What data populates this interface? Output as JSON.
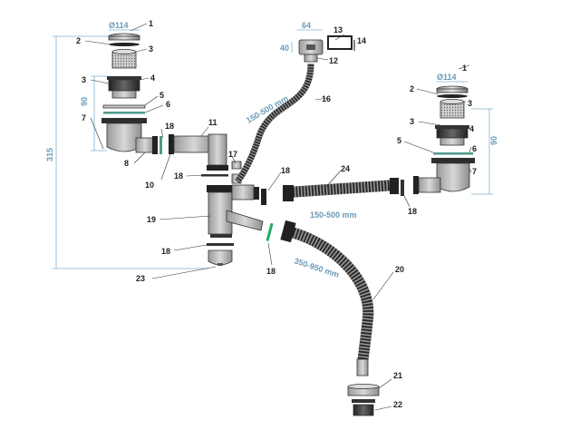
{
  "colors": {
    "dimension": "#6a9ab8",
    "dimension_line": "#7fb0cf",
    "part_dark": "#3a3a3a",
    "part_light": "#c9c9c9",
    "seal_green": "#4e9a8a"
  },
  "labels": {
    "n1a": "1",
    "n2a": "2",
    "n3a": "3",
    "n3b": "3",
    "n4a": "4",
    "n5a": "5",
    "n6a": "6",
    "n7a": "7",
    "n8": "8",
    "n10": "10",
    "n11": "11",
    "n12": "12",
    "n13": "13",
    "n14": "14",
    "n16": "16",
    "n17": "17",
    "n18a": "18",
    "n18b": "18",
    "n18c": "18",
    "n18d": "18",
    "n18e": "18",
    "n18f": "18",
    "n19": "19",
    "n20": "20",
    "n21": "21",
    "n22": "22",
    "n23": "23",
    "n24": "24",
    "n1b": "1",
    "n2b": "2",
    "n3c": "3",
    "n3d": "3",
    "n4b": "4",
    "n5b": "5",
    "n6b": "6",
    "n7b": "7"
  },
  "dimensions": {
    "diam_left": "Ø114",
    "diam_right": "Ø114",
    "h90_left": "90",
    "h90_right": "90",
    "h315": "315",
    "w64": "64",
    "h40": "40",
    "hose16": "150-500 mm",
    "hose24": "150-500 mm",
    "hose20": "350-950 mm"
  }
}
